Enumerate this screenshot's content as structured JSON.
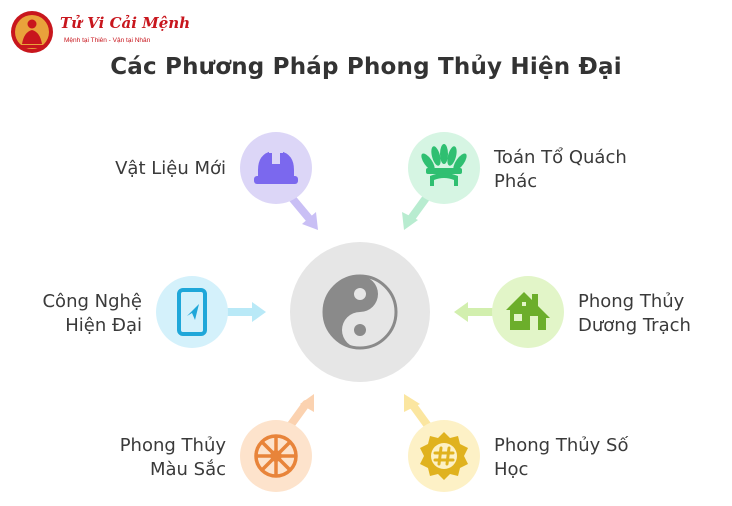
{
  "logo": {
    "title": "Tử Vi Cải Mệnh",
    "subtitle": "Mệnh tại Thiên - Vận tại Nhân"
  },
  "title": "Các Phương Pháp Phong Thủy Hiện Đại",
  "center": {
    "icon": "yin-yang-icon"
  },
  "items": [
    {
      "id": "vat-lieu-moi",
      "line1": "Vật Liệu Mới",
      "line2": "",
      "icon": "hard-hat-icon",
      "color": "#dcd6f7",
      "icon_color": "#7b68ee"
    },
    {
      "id": "toan-to-quach-phac",
      "line1": "Toán Tổ Quách",
      "line2": "Phác",
      "icon": "feather-crown-icon",
      "color": "#d6f5e3",
      "icon_color": "#2fbf71"
    },
    {
      "id": "cong-nghe-hien-dai",
      "line1": "Công Nghệ",
      "line2": "Hiện Đại",
      "icon": "smartphone-icon",
      "color": "#d4f1fb",
      "icon_color": "#1fa7d9"
    },
    {
      "id": "phong-thuy-duong-trach",
      "line1": "Phong Thủy",
      "line2": "Dương Trạch",
      "icon": "house-icon",
      "color": "#e2f5c8",
      "icon_color": "#6cae2b"
    },
    {
      "id": "phong-thuy-mau-sac",
      "line1": "Phong Thủy",
      "line2": "Màu Sắc",
      "icon": "color-wheel-icon",
      "color": "#fde3cc",
      "icon_color": "#e8843a"
    },
    {
      "id": "phong-thuy-so-hoc",
      "line1": "Phong Thủy Số",
      "line2": "Học",
      "icon": "hashtag-badge-icon",
      "color": "#fdf1c6",
      "icon_color": "#e0b21e"
    }
  ]
}
